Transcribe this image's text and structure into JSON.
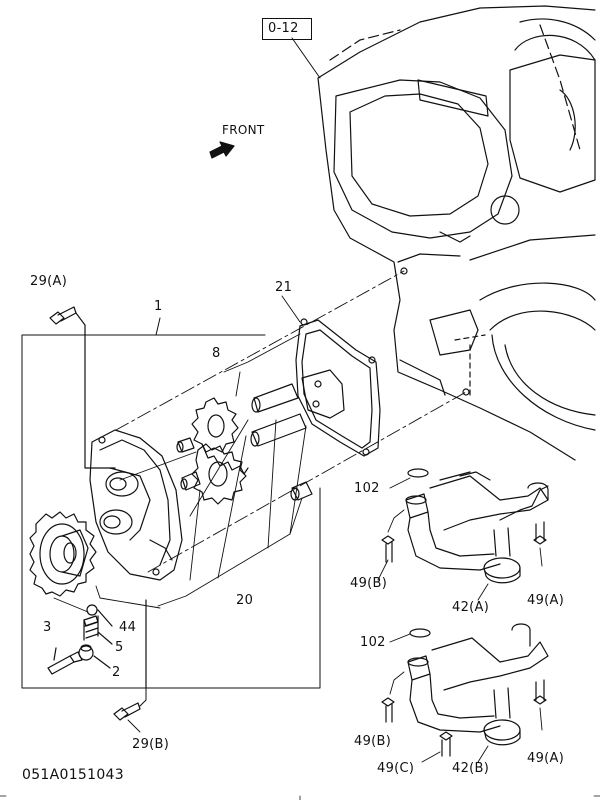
{
  "reference_box": "0-12",
  "front_label": "FRONT",
  "drawing_number": "051A0151043",
  "callouts": {
    "c29a": "29(A)",
    "c1": "1",
    "c21": "21",
    "c8": "8",
    "c102_top": "102",
    "c49b_top": "49(B)",
    "c42a": "42(A)",
    "c49a_top": "49(A)",
    "c20": "20",
    "c44": "44",
    "c3": "3",
    "c5": "5",
    "c2": "2",
    "c102_bot": "102",
    "c29b": "29(B)",
    "c49b_bot": "49(B)",
    "c49c": "49(C)",
    "c42b": "42(B)",
    "c49a_bot": "49(A)"
  }
}
